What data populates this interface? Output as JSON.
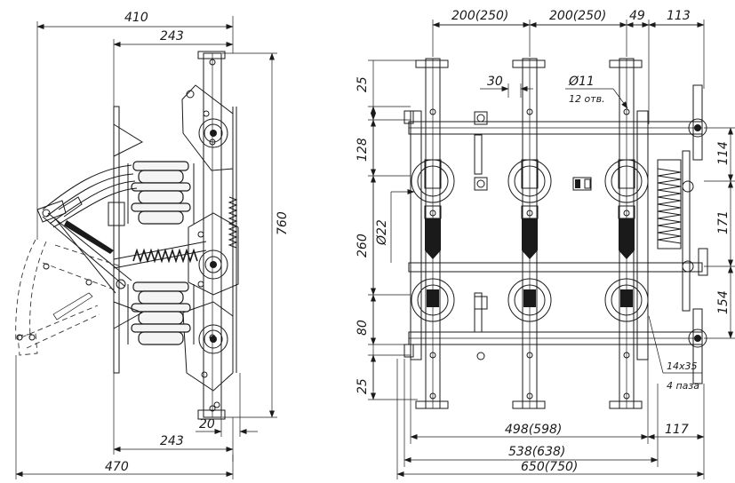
{
  "side_view": {
    "dims": {
      "overall_width": "410",
      "top_width": "243",
      "height": "760",
      "bottom_offset": "20",
      "bottom_width": "243",
      "total_width": "470"
    }
  },
  "front_view": {
    "dims": {
      "pitch_1": "200(250)",
      "pitch_2": "200(250)",
      "top_49": "49",
      "top_113": "113",
      "gap_30": "30",
      "hole_dia": "Ø11",
      "hole_count": "12 отв.",
      "left_25_top": "25",
      "left_128": "128",
      "left_dia22": "Ø22",
      "left_260": "260",
      "left_80": "80",
      "left_25_bottom": "25",
      "right_114": "114",
      "right_171": "171",
      "right_154": "154",
      "slot_size": "14x35",
      "slot_count": "4 паза",
      "bottom_498": "498(598)",
      "bottom_117": "117",
      "bottom_538": "538(638)",
      "bottom_650": "650(750)"
    }
  }
}
